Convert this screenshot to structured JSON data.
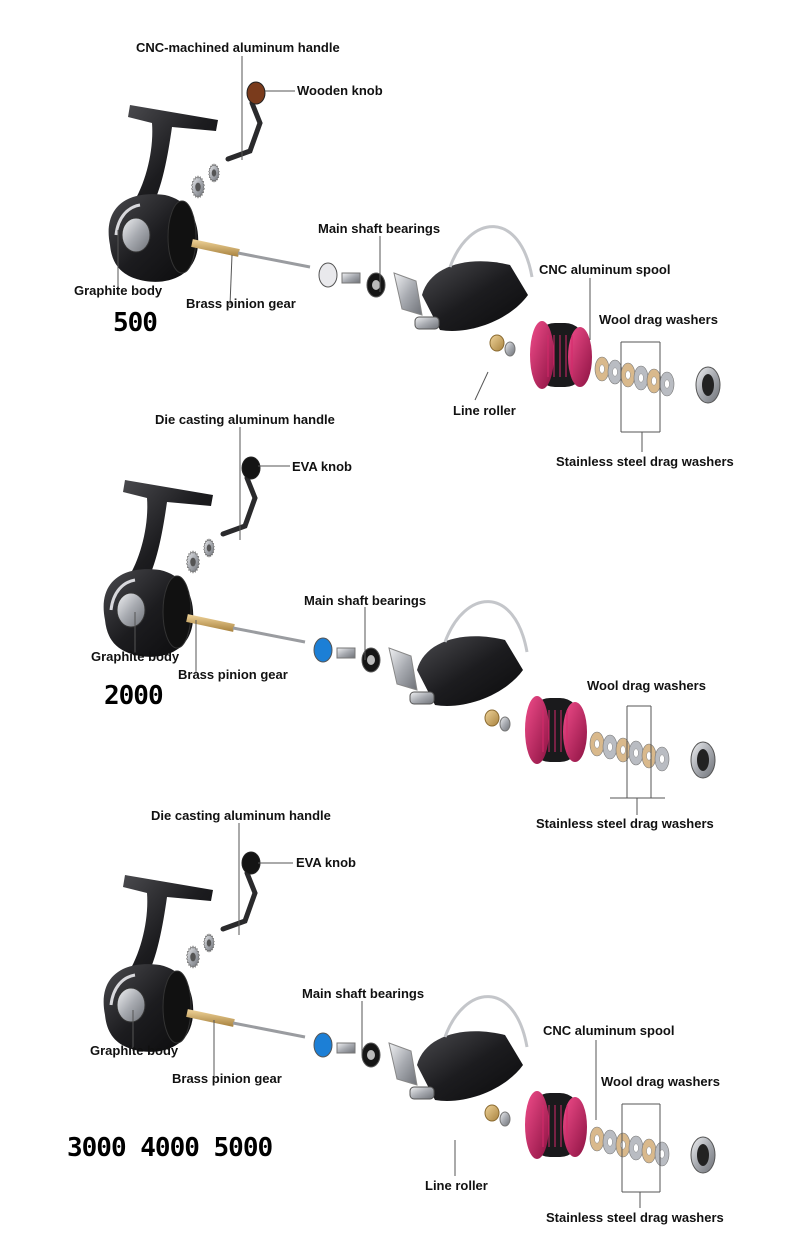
{
  "colors": {
    "body": "#1e1e20",
    "spool_accent": "#d6286b",
    "brass": "#c9a25a",
    "bearing_blue": "#1c7fd6",
    "wool_washer": "#d9b98c",
    "steel": "#b9bcc2",
    "leader": "#555555"
  },
  "sections": [
    {
      "model": "500",
      "labels": {
        "handle": "CNC-machined aluminum handle",
        "knob": "Wooden knob",
        "bearings": "Main shaft bearings",
        "spool": "CNC aluminum spool",
        "wool": "Wool drag washers",
        "body": "Graphite body",
        "pinion": "Brass pinion gear",
        "roller": "Line roller",
        "steel": "Stainless steel drag washers"
      }
    },
    {
      "model": "2000",
      "labels": {
        "handle": "Die casting aluminum handle",
        "knob": "EVA knob",
        "bearings": "Main shaft bearings",
        "wool": "Wool drag washers",
        "body": "Graphite body",
        "pinion": "Brass pinion gear",
        "steel": "Stainless steel drag washers"
      }
    },
    {
      "model": "3000 4000 5000",
      "labels": {
        "handle": "Die casting aluminum handle",
        "knob": "EVA knob",
        "bearings": "Main shaft bearings",
        "spool": "CNC aluminum spool",
        "wool": "Wool drag washers",
        "body": "Graphite body",
        "pinion": "Brass pinion gear",
        "roller": "Line roller",
        "steel": "Stainless steel drag washers"
      }
    }
  ]
}
